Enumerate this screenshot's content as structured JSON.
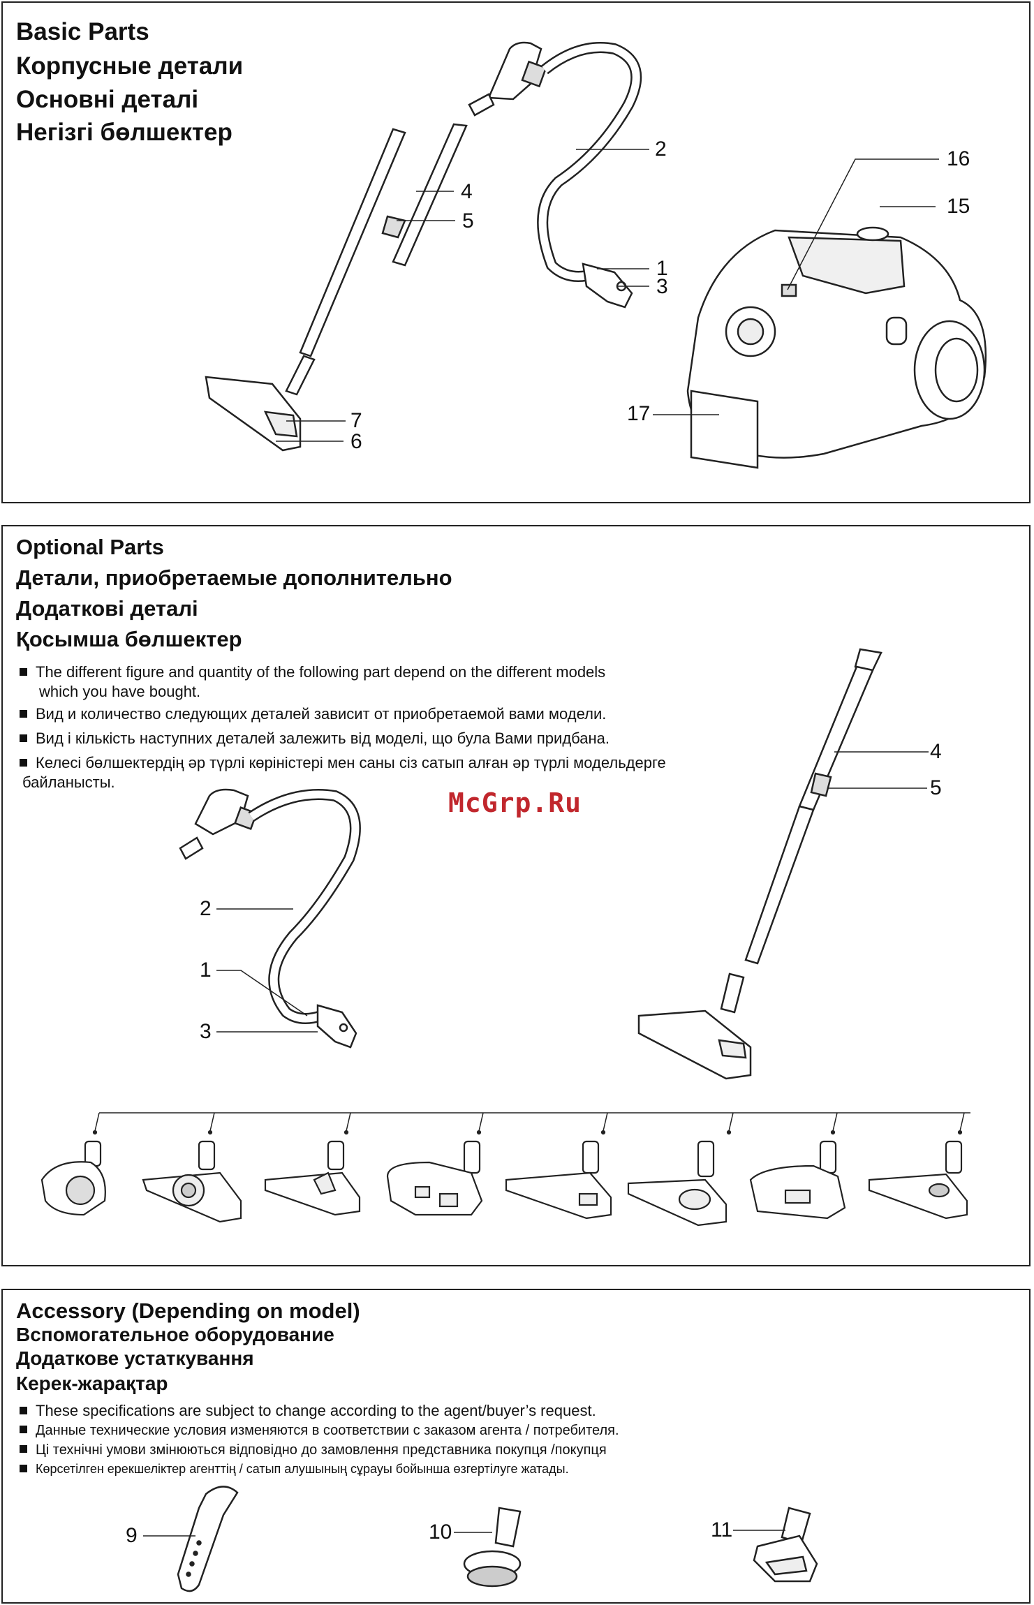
{
  "basic_parts": {
    "titles": [
      "Basic Parts",
      "Корпусные детали",
      "Основні деталі",
      "Негізгі бөлшектер"
    ],
    "labels": [
      "2",
      "4",
      "5",
      "1",
      "3",
      "16",
      "15",
      "7",
      "6",
      "17"
    ]
  },
  "optional_parts": {
    "titles": [
      "Optional Parts",
      "Детали, приобретаемые дополнительно",
      "Додаткові деталі",
      "Қосымша бөлшектер"
    ],
    "bullets": [
      "The different figure and quantity of the following part depend on the different models",
      "which you have bought.",
      "Вид и количество следующих деталей зависит от приобретаемой вами модели.",
      "Вид і кількість наступних деталей залежить від моделі, що була Вами придбана.",
      "Келесі бөлшектердің әр түрлі көріністері мен саны сіз сатып алған әр түрлі модельдерге",
      "байланысты."
    ],
    "labels": [
      "4",
      "5",
      "2",
      "1",
      "3"
    ],
    "watermark": "McGrp.Ru"
  },
  "accessory": {
    "titles": [
      "Accessory (Depending on model)",
      "Вспомогательное оборудование",
      "Додаткове устаткування",
      "Керек-жарақтар"
    ],
    "bullets": [
      "These specifications are subject to change according to the agent/buyer’s request.",
      "Данные технические условия изменяются в соответствии с заказом агента / потребителя.",
      "Ці технічні умови змінюються відповідно до замовлення представника покупця /покупця",
      "Көрсетілген ерекшеліктер агенттің / сатып алушының сұрауы бойынша өзгертілуге жатады."
    ],
    "labels": [
      "9",
      "10",
      "11"
    ]
  }
}
